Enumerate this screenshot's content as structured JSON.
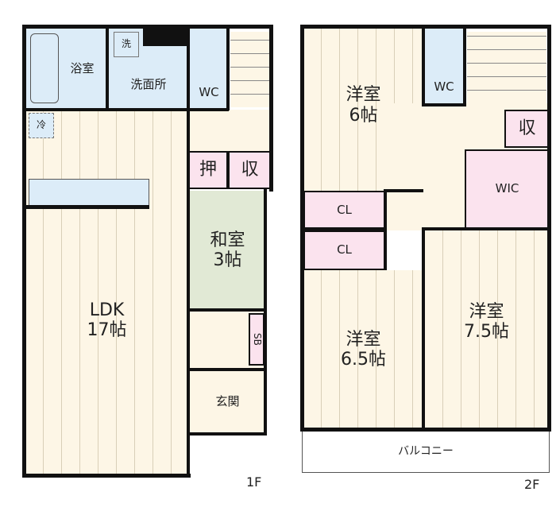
{
  "floor1": {
    "label": "1F",
    "rooms": {
      "bath": "浴室",
      "washroom": "洗面所",
      "washer": "洗",
      "wc": "WC",
      "fridge": "冷",
      "oshiire": "押",
      "storage": "収",
      "washitsu": "和室",
      "washitsu_size": "3帖",
      "ldk": "LDK",
      "ldk_size": "17帖",
      "sb": "SB",
      "entrance": "玄関"
    }
  },
  "floor2": {
    "label": "2F",
    "rooms": {
      "western6": "洋室",
      "western6_size": "6帖",
      "wc": "WC",
      "storage": "収",
      "wic": "WIC",
      "cl1": "CL",
      "cl2": "CL",
      "western65": "洋室",
      "western65_size": "6.5帖",
      "western75": "洋室",
      "western75_size": "7.5帖",
      "balcony": "バルコニー"
    }
  },
  "colors": {
    "wet": "#dcecf8",
    "floor": "#fdf6e6",
    "closet": "#fbe3ee",
    "tatami": "#e1e9d5",
    "wall": "#111111"
  }
}
